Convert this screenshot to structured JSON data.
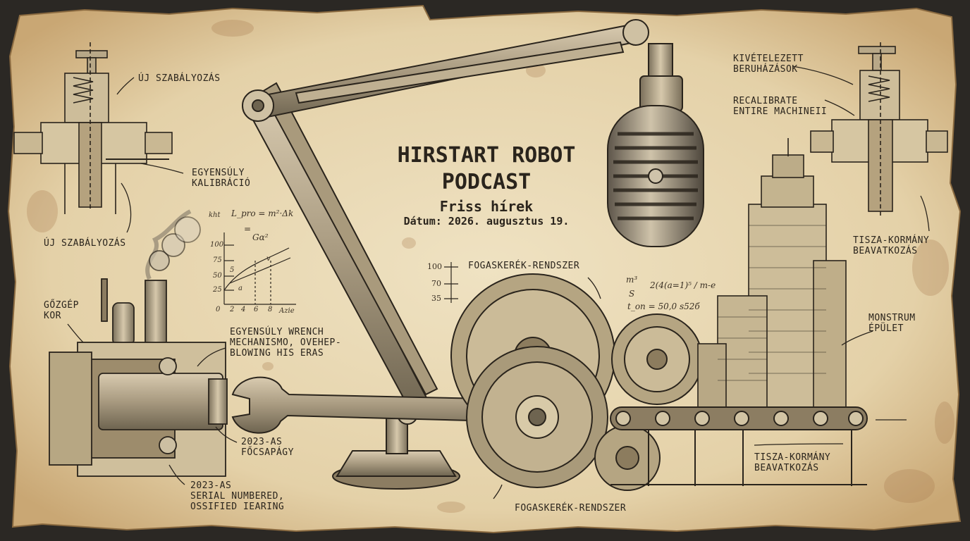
{
  "title": {
    "line1": "HIRSTART ROBOT",
    "line2": "PODCAST",
    "subtitle": "Friss hírek",
    "date": "Dátum: 2026. augusztus 19."
  },
  "labels": {
    "uj_szabalyozas_top": "ÚJ SZABÁLYOZÁS",
    "egyensuly_kalibracio": "EGYENSÚLY\nKALIBRÁCIÓ",
    "uj_szabalyozas_bottom": "ÚJ SZABÁLYOZÁS",
    "gozgep_kor": "GŐZGÉP\nKOR",
    "egyensuly_wrench": "EGYENSÚLY WRENCH\nMECHANISMO, OVEHEP-\nBLOWING HIS ERAS",
    "focsapagy": "2023-AS\nFŐCSAPÁGY",
    "serial": "2023-AS\nSERIAL NUMBERED,\nOSSIFIED IEARING",
    "fogaskerek_top": "FOGASKERÉK-RENDSZER",
    "fogaskerek_bottom": "FOGASKERÉK-RENDSZER",
    "kivetelezett": "KIVÉTELEZETT\nBERUHÁZÁSOK",
    "recalibrate": "RECALIBRATE\nENTIRE MACHINEII",
    "tisza_top": "TISZA-KORMÁNY\nBEAVATKOZÁS",
    "monstrum": "MONSTRUM\nÉPÜLET",
    "tisza_bottom": "TISZA-KORMÁNY\nBEAVATKOZÁS"
  },
  "sketch_graph": {
    "y_ticks": [
      "100",
      "75",
      "50",
      "25"
    ],
    "x_ticks": [
      "0",
      "2",
      "4",
      "6",
      "8"
    ],
    "y_unit": "kht",
    "x_unit": "Azie",
    "formula_top": "L_pro = m²·Δk",
    "formula_eq": "=",
    "formula_denominator": "Gα²",
    "markers": [
      "5",
      "a",
      "v"
    ]
  },
  "gear_scale": {
    "ticks": [
      "100",
      "70",
      "35"
    ]
  },
  "formula_right": {
    "lhs_num": "m³",
    "lhs_den": "S",
    "rhs": "2(4(a=1)⁵ / m-e",
    "line2": "t_on = 50,0 s52б"
  },
  "colors": {
    "paper": "#e8d8b4",
    "paper_edge": "#b98f55",
    "ink": "#2a241c",
    "stain": "#a6784a"
  }
}
